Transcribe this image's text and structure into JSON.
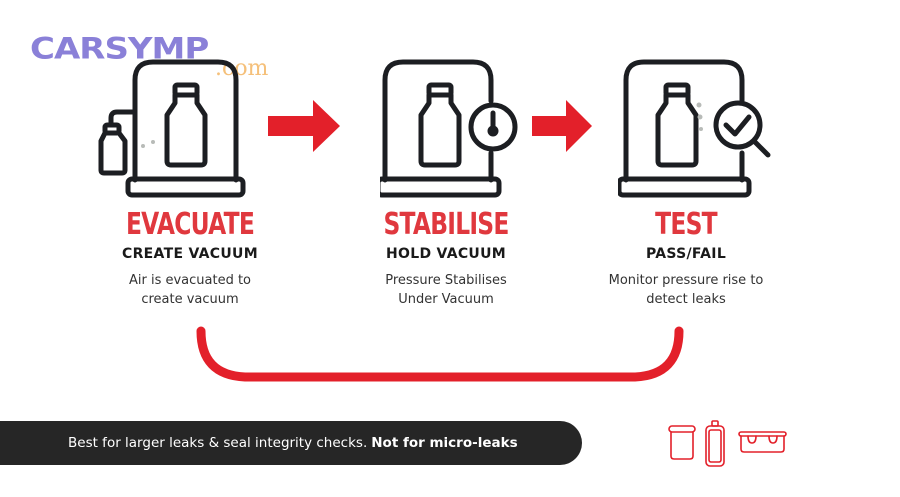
{
  "logo": {
    "main": "CARSYMP",
    "suffix": ".com"
  },
  "colors": {
    "accent": "#e3202a",
    "title_red": "#e0383e",
    "icon_stroke": "#1c1e22",
    "banner_bg": "#262626",
    "dots": "#b8bbb8"
  },
  "steps": [
    {
      "title": "EVACUATE",
      "subtitle": "CREATE VACUUM",
      "desc_line1": "Air is evacuated to",
      "desc_line2": "create vacuum",
      "icon": "vacuum-chamber-pump-icon"
    },
    {
      "title": "STABILISE",
      "subtitle": "HOLD VACUUM",
      "desc_line1": "Pressure Stabilises",
      "desc_line2": "Under Vacuum",
      "icon": "vacuum-chamber-gauge-icon"
    },
    {
      "title": "TEST",
      "subtitle": "PASS/FAIL",
      "desc_line1": "Monitor pressure rise to",
      "desc_line2": "detect leaks",
      "icon": "vacuum-chamber-inspect-icon"
    }
  ],
  "arrows": [
    "arrow-right-icon",
    "arrow-right-icon"
  ],
  "banner": {
    "text": "Best for larger leaks & seal integrity checks.",
    "bold": "Not for micro-leaks"
  },
  "container_icons": [
    "jar-icon",
    "pouch-icon",
    "lunchbox-icon"
  ]
}
